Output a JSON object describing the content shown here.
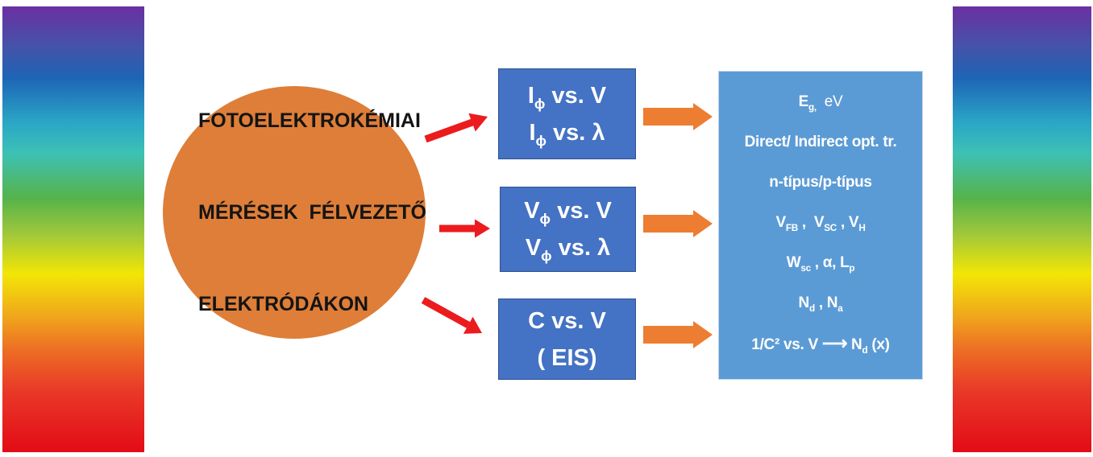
{
  "colors": {
    "background": "#ffffff",
    "circle_fill": "#DE7E38",
    "method_box_fill": "#4472C4",
    "method_box_border": "#2F528F",
    "result_box_fill": "#5B9BD5",
    "result_box_border": "#C7D5E8",
    "red_arrow": "#EC1B1E",
    "orange_arrow": "#ED7D31"
  },
  "rainbow": {
    "stops": [
      {
        "c": "#6B2FA2",
        "p": 0
      },
      {
        "c": "#4553A9",
        "p": 9
      },
      {
        "c": "#1E64B5",
        "p": 16
      },
      {
        "c": "#2AA6C6",
        "p": 26
      },
      {
        "c": "#3DC1B4",
        "p": 33
      },
      {
        "c": "#55B34A",
        "p": 43
      },
      {
        "c": "#9FC73B",
        "p": 51
      },
      {
        "c": "#F2E606",
        "p": 60
      },
      {
        "c": "#F0A31C",
        "p": 70
      },
      {
        "c": "#ED6E24",
        "p": 77
      },
      {
        "c": "#E93A28",
        "p": 86
      },
      {
        "c": "#E30B16",
        "p": 100
      }
    ]
  },
  "circle": {
    "lines": [
      "FOTOELEKTROKÉMIAI",
      "MÉRÉSEK  FÉLVEZETŐ",
      "ELEKTRÓDÁKON"
    ]
  },
  "method_boxes": [
    {
      "name": "photocurrent-box",
      "lines": [
        [
          {
            "t": "I"
          },
          {
            "sub": "ϕ"
          },
          {
            "t": " vs. V"
          }
        ],
        [
          {
            "t": "I"
          },
          {
            "sub": "ϕ"
          },
          {
            "t": " vs. λ"
          }
        ]
      ]
    },
    {
      "name": "photovoltage-box",
      "lines": [
        [
          {
            "t": "V"
          },
          {
            "sub": "ϕ"
          },
          {
            "t": " vs. V"
          }
        ],
        [
          {
            "t": "V"
          },
          {
            "sub": "ϕ"
          },
          {
            "t": " vs. λ"
          }
        ]
      ]
    },
    {
      "name": "capacitance-box",
      "lines": [
        [
          {
            "t": "C vs. V"
          }
        ],
        [
          {
            "t": "( EIS)"
          }
        ]
      ]
    }
  ],
  "result_box": {
    "lines": [
      [
        {
          "t": "E"
        },
        {
          "sub": "g,"
        },
        {
          "t": "  "
        },
        {
          "t": "eV",
          "light": true
        }
      ],
      [
        {
          "t": "Direct/ Indirect opt. tr."
        }
      ],
      [
        {
          "t": "n-típus/p-típus"
        }
      ],
      [
        {
          "t": "V"
        },
        {
          "sub": "FB"
        },
        {
          "t": " ,  V"
        },
        {
          "sub": "SC"
        },
        {
          "t": " , V"
        },
        {
          "sub": "H"
        }
      ],
      [
        {
          "t": "W"
        },
        {
          "sub": "sc"
        },
        {
          "t": " , α, L"
        },
        {
          "sub": "p"
        }
      ],
      [
        {
          "t": "N"
        },
        {
          "sub": "d"
        },
        {
          "t": " , N"
        },
        {
          "sub": "a"
        }
      ],
      [
        {
          "t": "1/C² vs. V "
        },
        {
          "t": "⟶",
          "arrow": true
        },
        {
          "t": " N"
        },
        {
          "sub": "d"
        },
        {
          "t": " (x)"
        }
      ]
    ]
  }
}
